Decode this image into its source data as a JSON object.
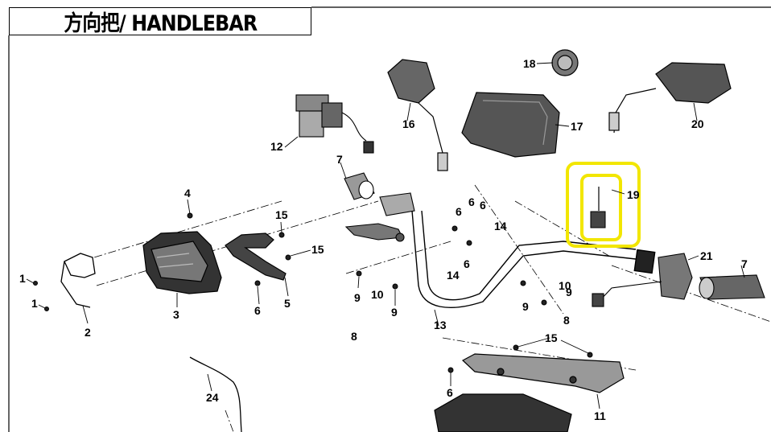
{
  "title": "方向把/ HANDLEBAR",
  "highlight_color": "#f2e600",
  "callouts": [
    "1",
    "1",
    "2",
    "3",
    "4",
    "5",
    "6",
    "15",
    "15",
    "7",
    "8",
    "9",
    "9",
    "10",
    "6",
    "6",
    "12",
    "13",
    "14",
    "14",
    "6",
    "6",
    "16",
    "17",
    "18",
    "19",
    "20",
    "21",
    "7",
    "10",
    "9",
    "9",
    "8",
    "15",
    "6",
    "11",
    "24"
  ]
}
